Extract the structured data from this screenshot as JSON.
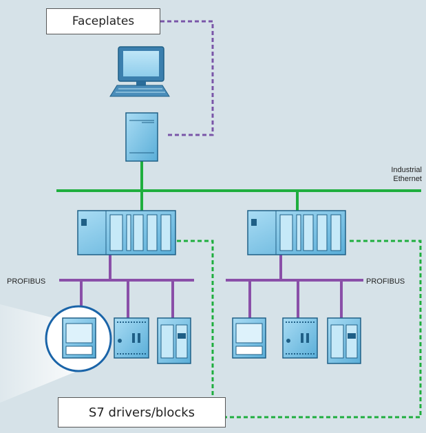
{
  "labels": {
    "faceplates": "Faceplates",
    "s7_drivers": "S7 drivers/blocks",
    "industrial_ethernet_line1": "Industrial",
    "industrial_ethernet_line2": "Ethernet",
    "profibus_left": "PROFIBUS",
    "profibus_right": "PROFIBUS"
  },
  "colors": {
    "background": "#d6e2e8",
    "ethernet": "#1fae3e",
    "profibus": "#8a4fa8",
    "faceplate_link": "#7a55a8",
    "driver_link": "#1fae3e",
    "device_blue": "#7cc3e8",
    "device_dark": "#1f5f86",
    "highlight": "#1a64a8"
  },
  "icons": [
    "pc-monitor-icon",
    "keyboard-icon",
    "pc-tower-icon",
    "plc-controller-icon",
    "operator-panel-icon",
    "io-module-icon",
    "drive-unit-icon"
  ]
}
